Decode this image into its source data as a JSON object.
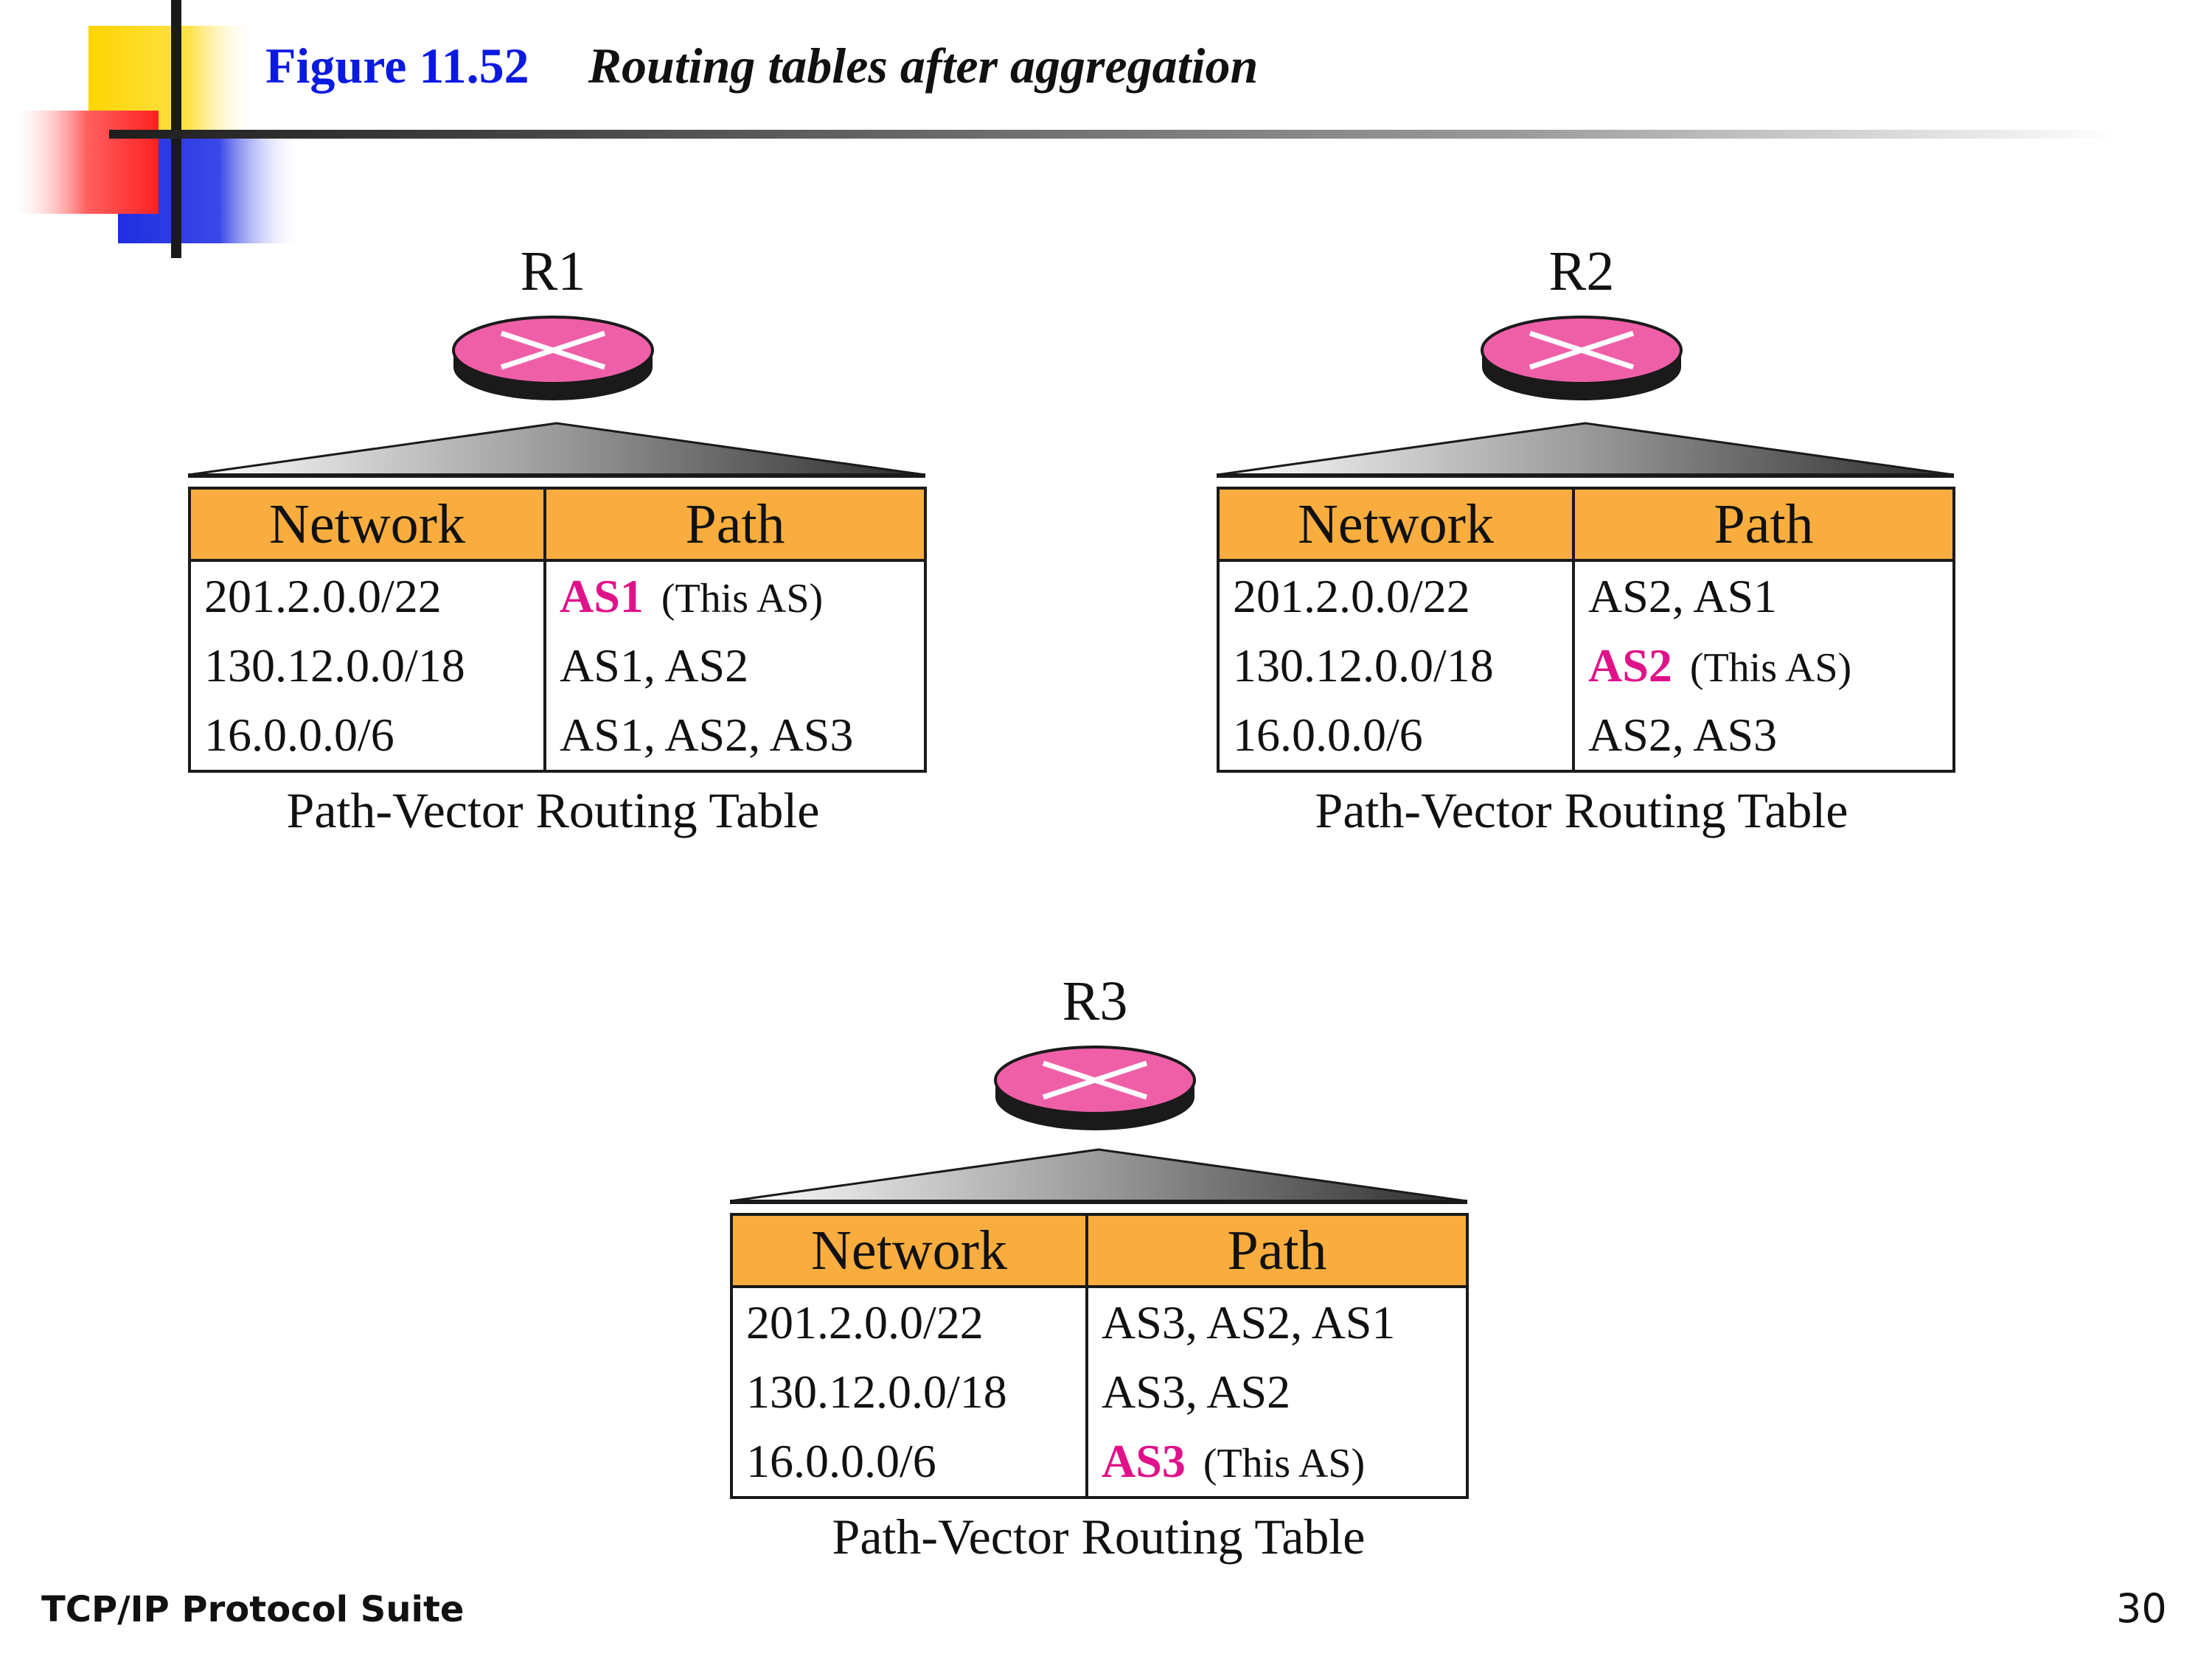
{
  "header": {
    "figure_number": "Figure 11.52",
    "figure_title": "Routing tables after aggregation"
  },
  "routers": [
    {
      "label": "R1",
      "columns": [
        "Network",
        "Path"
      ],
      "rows": [
        {
          "network": "201.2.0.0/22",
          "path_this": "AS1",
          "path": "",
          "note": "(This AS)"
        },
        {
          "network": "130.12.0.0/18",
          "path_this": "",
          "path": "AS1, AS2",
          "note": ""
        },
        {
          "network": "16.0.0.0/6",
          "path_this": "",
          "path": "AS1, AS2, AS3",
          "note": ""
        }
      ],
      "caption": "Path-Vector Routing Table"
    },
    {
      "label": "R2",
      "columns": [
        "Network",
        "Path"
      ],
      "rows": [
        {
          "network": "201.2.0.0/22",
          "path_this": "",
          "path": "AS2, AS1",
          "note": ""
        },
        {
          "network": "130.12.0.0/18",
          "path_this": "AS2",
          "path": "",
          "note": "(This AS)"
        },
        {
          "network": "16.0.0.0/6",
          "path_this": "",
          "path": "AS2, AS3",
          "note": ""
        }
      ],
      "caption": "Path-Vector Routing Table"
    },
    {
      "label": "R3",
      "columns": [
        "Network",
        "Path"
      ],
      "rows": [
        {
          "network": "201.2.0.0/22",
          "path_this": "",
          "path": "AS3, AS2, AS1",
          "note": ""
        },
        {
          "network": "130.12.0.0/18",
          "path_this": "",
          "path": "AS3, AS2",
          "note": ""
        },
        {
          "network": "16.0.0.0/6",
          "path_this": "AS3",
          "path": "",
          "note": "(This AS)"
        }
      ],
      "caption": "Path-Vector Routing Table"
    }
  ],
  "footer": {
    "left": "TCP/IP Protocol Suite",
    "page_number": "30"
  },
  "colors": {
    "header_fill": "#f8ad3e",
    "this_as": "#e0128a",
    "router_fill": "#ef5fa8",
    "figure_number": "#0a1ae0"
  }
}
